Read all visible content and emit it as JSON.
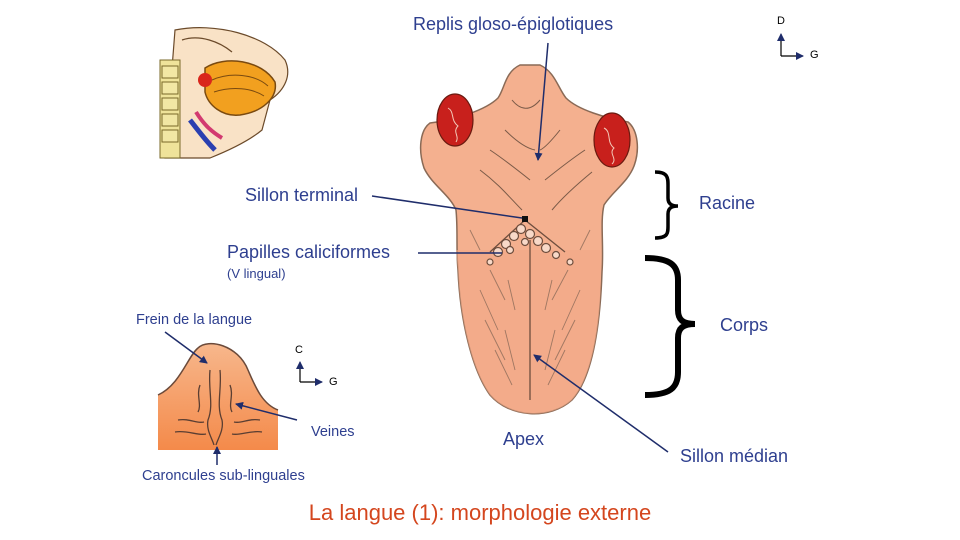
{
  "labels": {
    "replis": "Replis gloso-épiglotiques",
    "sillon_terminal": "Sillon terminal",
    "papilles": "Papilles caliciformes",
    "v_lingual": "(V lingual)",
    "racine": "Racine",
    "corps": "Corps",
    "apex": "Apex",
    "sillon_median": "Sillon médian",
    "frein": "Frein de la langue",
    "veines": "Veines",
    "caroncules": "Caroncules sub-linguales"
  },
  "axes_top": {
    "up": "D",
    "right": "G"
  },
  "axes_bottom": {
    "up": "C",
    "right": "G"
  },
  "title": "La langue (1): morphologie externe",
  "colors": {
    "label": "#2e3f8f",
    "title": "#d4461e",
    "tongue_fill": "#f4b08f",
    "tongue_body": "#f2a987",
    "tonsil": "#c8201c",
    "underside": "#f59256"
  }
}
